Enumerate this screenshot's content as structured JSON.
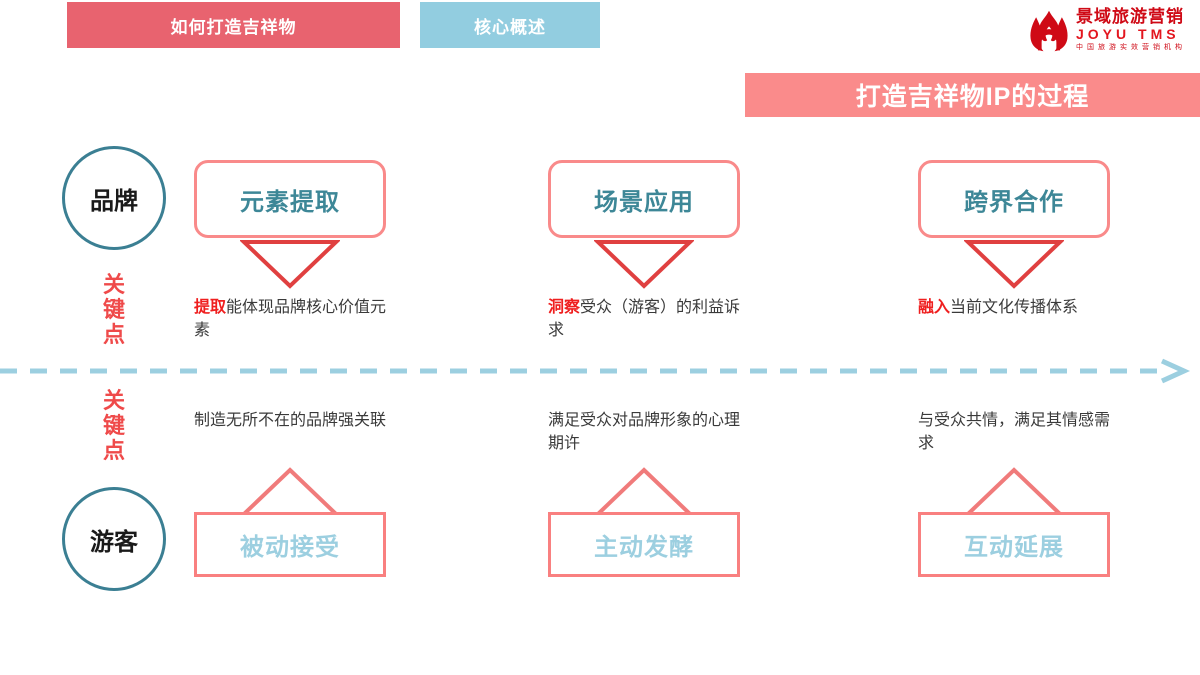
{
  "header": {
    "tabs": [
      {
        "label": "如何打造吉祥物",
        "color": "#e8636f"
      },
      {
        "label": "核心概述",
        "color": "#92cde0"
      }
    ]
  },
  "logo": {
    "icon": "flame-icon",
    "name_cn": "景域旅游营销",
    "name_en": "JOYU TMS",
    "tagline": "中国旅游实效营销机构",
    "color": "#cf0a16"
  },
  "title_banner": {
    "text": "打造吉祥物IP的过程",
    "background": "#fa8b8b"
  },
  "axis": {
    "brand_label": "品牌",
    "tourist_label": "游客",
    "key_point_top": "关键点",
    "key_point_bottom": "关键点",
    "divider_color": "#9ccfe0",
    "circle_color": "#3b7f93",
    "key_point_color": "#ef4a4a"
  },
  "columns": [
    {
      "top_title": "元素提取",
      "top_desc_highlight": "提取",
      "top_desc_rest": "能体现品牌核心价值元素",
      "bottom_desc": "制造无所不在的品牌强关联",
      "bottom_title": "被动接受"
    },
    {
      "top_title": "场景应用",
      "top_desc_highlight": "洞察",
      "top_desc_rest": "受众（游客）的利益诉求",
      "bottom_desc": "满足受众对品牌形象的心理期许",
      "bottom_title": "主动发酵"
    },
    {
      "top_title": "跨界合作",
      "top_desc_highlight": "融入",
      "top_desc_rest": "当前文化传播体系",
      "bottom_desc": "与受众共情，满足其情感需求",
      "bottom_title": "互动延展"
    }
  ],
  "palette": {
    "pink_border": "#f98080",
    "triangle_red": "#e04040",
    "teal_text": "#3d8797",
    "light_blue_text": "#9ccfe0"
  }
}
